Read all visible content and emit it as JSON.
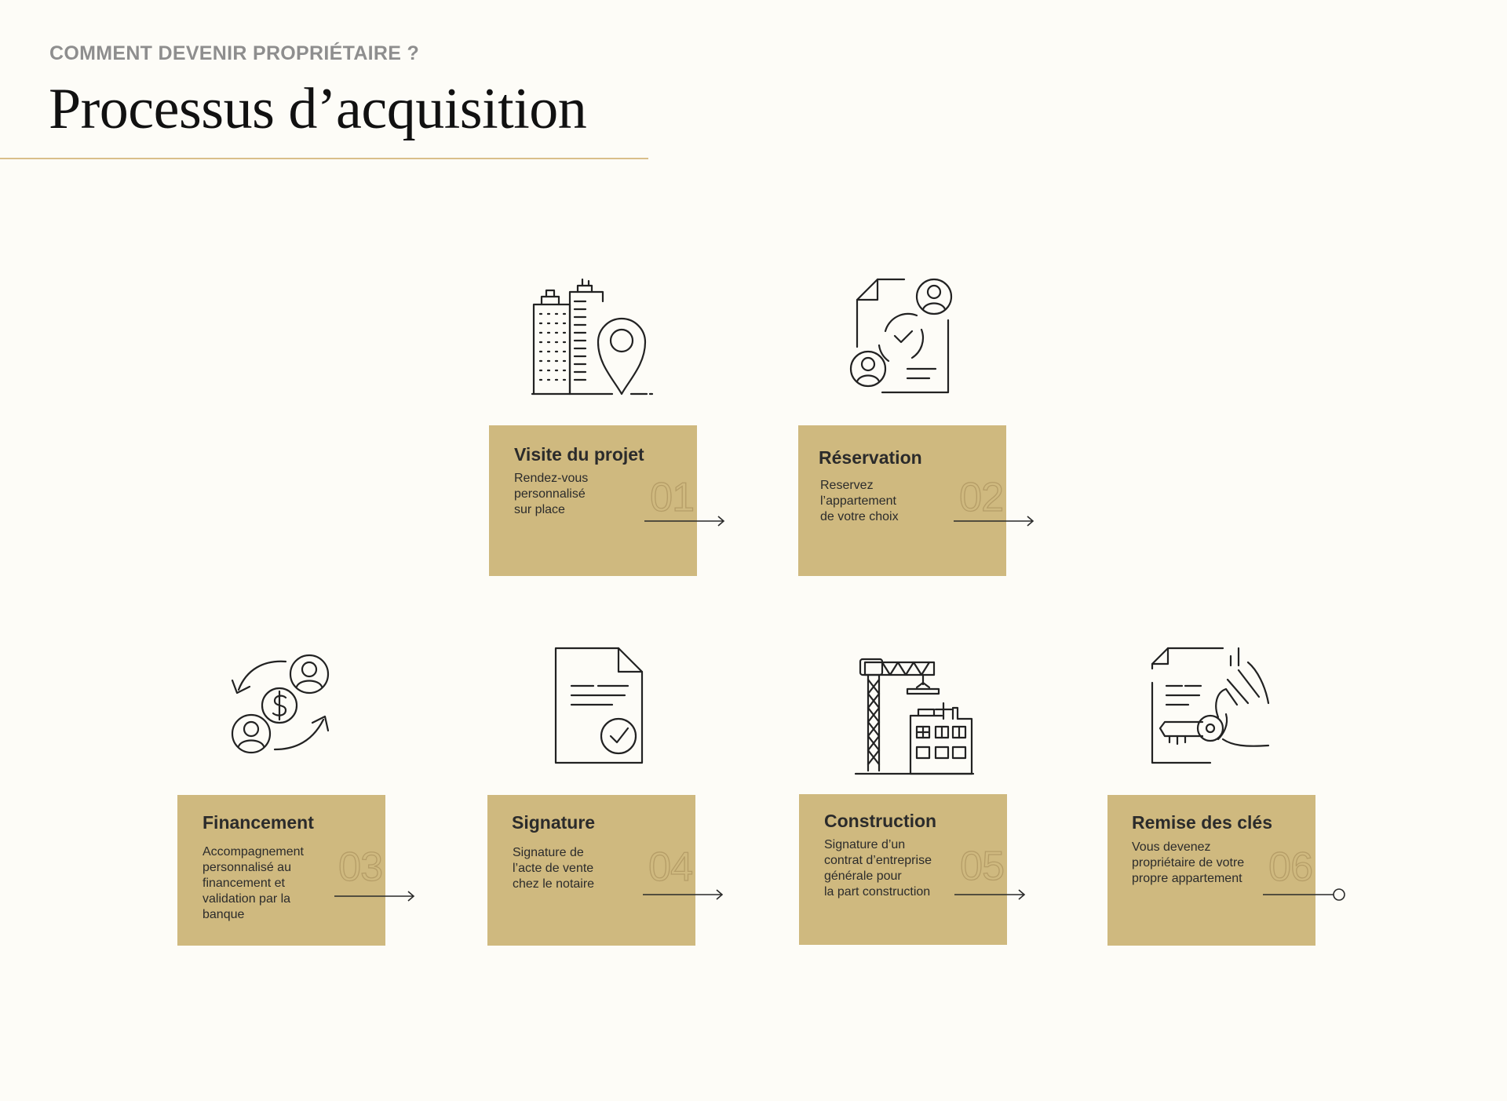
{
  "header": {
    "eyebrow": "COMMENT DEVENIR PROPRIÉTAIRE ?",
    "title": "Processus d’acquisition"
  },
  "colors": {
    "background": "#fdfcf7",
    "card": "#cfb97f",
    "accent_rule": "#d9bf8a",
    "number_outline": "#b59d67"
  },
  "steps": [
    {
      "number": "01",
      "title": "Visite du projet",
      "description": "Rendez-vous\npersonnalisé\nsur place",
      "icon": "buildings-location-pin-icon",
      "connector": "arrow"
    },
    {
      "number": "02",
      "title": "Réservation",
      "description": "Reservez\nl’appartement\nde votre choix",
      "icon": "contract-agreement-people-icon",
      "connector": "arrow"
    },
    {
      "number": "03",
      "title": "Financement",
      "description": "Accompagnement\npersonnalisé au\nfinancement et\nvalidation par la\nbanque",
      "icon": "money-exchange-people-icon",
      "connector": "arrow"
    },
    {
      "number": "04",
      "title": "Signature",
      "description": "Signature de\nl’acte de vente\nchez le notaire",
      "icon": "signed-document-icon",
      "connector": "arrow"
    },
    {
      "number": "05",
      "title": "Construction",
      "description": "Signature d’un\ncontrat d’entreprise\ngénérale pour\nla part construction",
      "icon": "crane-construction-icon",
      "connector": "arrow"
    },
    {
      "number": "06",
      "title": "Remise des clés",
      "description": "Vous devenez\npropriétaire de votre\npropre appartement",
      "icon": "key-handover-icon",
      "connector": "end-circle"
    }
  ]
}
